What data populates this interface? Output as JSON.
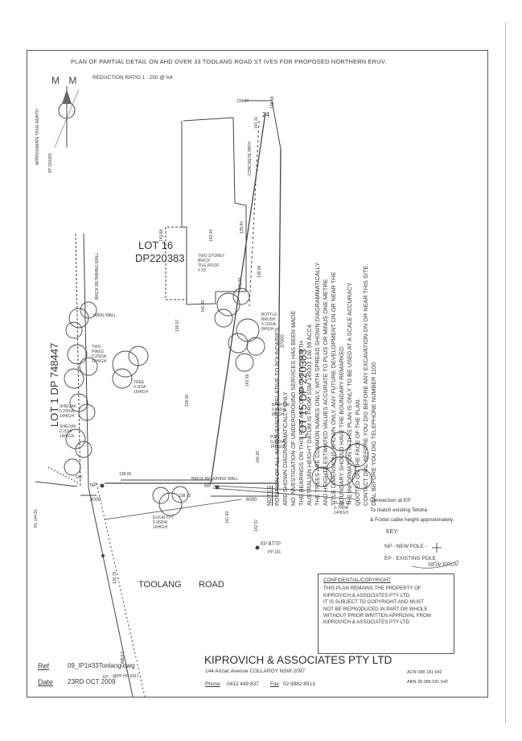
{
  "sheet": {
    "title": "PLAN OF PARTIAL DETAIL ON AHD OVER 33 TOOLANG ROAD ST IVES FOR PROPOSED NORTHERN ERUV.",
    "reduction_ratio": "REDUCTION RATIO 1 : 250 @ A4",
    "north_marks": "M M",
    "north_side_label": "APPROXIMATE TRUE NORTH",
    "north_side_label2": "SP 220383"
  },
  "lots": {
    "lot16": "LOT 16",
    "lot16_dp": "DP220383",
    "lot1": "LOT 1 DP 748447",
    "lot15": "LOT 15 DP 220383",
    "house": [
      "TWO STOREY",
      "BRICK",
      "TILE ROOF",
      "# 33"
    ]
  },
  "labels": {
    "concrete_path": "CONCRETE PATH",
    "brick_wall": "BRICK RETAINING WALL",
    "brick_wall_2": "BRICK RETAINING WALL",
    "wing_wall": "WING WALL",
    "two_pines": [
      "TWO",
      "PINES",
      "0.25DIA",
      "16HIGH"
    ],
    "tree": [
      "TREE",
      "0.3DIA",
      "16HIGH"
    ],
    "bottle_brush": [
      "BOTTLE",
      "BRUSH",
      "0.15DIA",
      "8HIGH"
    ],
    "banksia": [
      "BANKSIA",
      "0.15DIA",
      "8HIGH"
    ],
    "pine": [
      "PINE",
      "0.25DIA",
      "14HIGH"
    ],
    "sheoak": [
      "SHEOAK",
      "0.25DIA",
      "14HIGH"
    ],
    "sheoak2": [
      "SHEOAK",
      "0.2DIA",
      "14HIGH"
    ],
    "eucalypt": [
      "EUCALYPT",
      "0.35DIA",
      "16HIGH"
    ],
    "dim_8000": "8000",
    "dim_6000": "6000",
    "dim_37000": "37000",
    "np": "NP",
    "np2": "NP",
    "ep_bttp": "EP BTTP",
    "ep_bttp_num": "PP 101",
    "ep_left": "EP",
    "ep_left2": "@PP HC 6417",
    "rl_left": "RL 144.81",
    "road_name": "TOOLANG",
    "road_word": "ROAD",
    "cables": "CABLES",
    "fuzh": [
      "FUZH EP",
      "0.70DIA",
      "14HIGH"
    ],
    "dim_150": "150",
    "rl_list": [
      "143.88",
      "144.31",
      "142.45",
      "139.57",
      "139.60",
      "138.30",
      "141.49",
      "143.59",
      "142.44",
      "139.98",
      "138.05",
      "140.90",
      "141.83",
      "142.57",
      "138.72",
      "136.79",
      "139.27",
      "138.58"
    ],
    "twenty_four": "24"
  },
  "connection": {
    "line1": "Connection at EP",
    "line2": "To match existing Telstra",
    "line3": "& Foxtel cable height approximately."
  },
  "key": {
    "title": "KEY:",
    "np": "NP - NEW POLE -",
    "ep": "EP - EXISTING POLE",
    "handwritten": "NEW ERUV"
  },
  "notes": {
    "heading": "NOTES",
    "lines": [
      "POSITION OF ALL IMPROVEMENTS RELATIVE TO BOUNDARIES",
      "ARE SHOWN DIAGRAMMATICALLY ONLY",
      "NO INVESTIGATION OF UNDERGROUND SERVICES HAS BEEN MADE",
      "THE BEARINGS ON THIS PLAN ARE ON MAGNETIC NORTH",
      "AUSTRALIAN HEIGHT DATUM IS FROM SSM 149303 136.59 ACC4.",
      "THE TREES ARE COMMON NAMES ONLY, WITH SPREAD SHOWN DIAGRAMMATICALLY",
      "AND HEIGHTS ESTIMATED VALUES ACCURATE TO PLUS OR MINUS ONE METRE",
      "TITLE DIMENSIONS SHOWN ONLY. ANY FUTURE DEVELOPMENT ON OR NEAR THE",
      "BOUNDARY SHOULD HAVE THE BOUNDARY REMARKED",
      "THE INFORMATION IN THIS PLAN IS ONLY TO BE USED AT A SCALE ACCURACY",
      "QUOTED ON THE FACE OF THE PLAN.",
      "CONTACT DIAL BEFORE YOU DIG BEFORE ANY EXCAVATION ON OR NEAR THIS SITE.",
      "DIAL BEFORE YOU DIG TELEPHONE NUMBER 1100"
    ]
  },
  "confidential": {
    "heading": "CONFIDENTIAL/COPYRIGHT",
    "lines": [
      "THIS PLAN REMAINS THE PROPERTY OF",
      "KIPROVICH & ASSOCIATES PTY LTD.",
      "IT IS SUBJECT TO COPYRIGHT AND MUST",
      "NOT BE REPRODUCED IN PART OR WHOLE",
      "WITHOUT PRIOR WRITTEN APPROVAL FROM",
      "KIPROVICH & ASSOCIATES PTY LTD."
    ]
  },
  "footer": {
    "ref_label": "Ref",
    "ref_value": "09_IP1#33Toolang.dwg",
    "date_label": "Date",
    "date_value": "23RD OCT 2009",
    "company": "KIPROVICH & ASSOCIATES PTY LTD",
    "address": "144 Anzac Avenue COLLAROY   NSW 2097",
    "phone_label": "Phone",
    "phone_value": "0412 449 837",
    "fax_label": "Fax",
    "fax_value": "02 9982 8913",
    "acn": "ACN 088 181 642",
    "abn": "ABN 28 088 181 642"
  }
}
